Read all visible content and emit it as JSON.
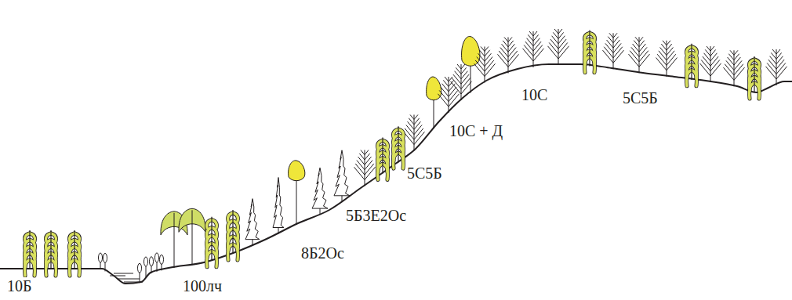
{
  "diagram": {
    "labels": [
      "10Б",
      "100лч",
      "8Б2Ос",
      "5Б3Е2Ос",
      "5С5Б",
      "10С + Д",
      "10С",
      "5С5Б"
    ]
  }
}
